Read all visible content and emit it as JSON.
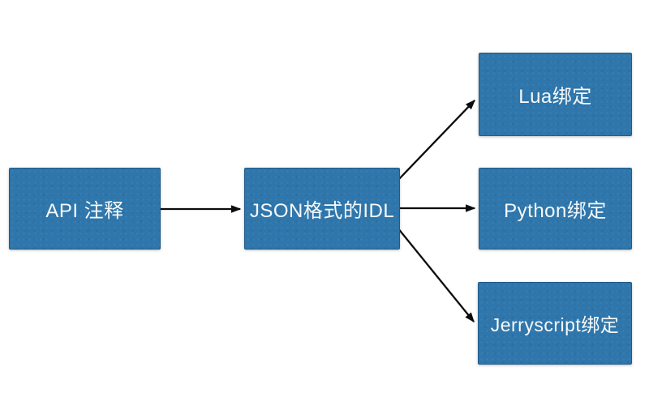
{
  "diagram": {
    "background_color": "#ffffff",
    "node_fill_color": "#2e76ab",
    "node_text_color": "#f7f9fa",
    "arrow_color": "#0c0c0c",
    "nodes": {
      "api": {
        "label": "API 注释"
      },
      "idl": {
        "label": "JSON格式的IDL"
      },
      "lua": {
        "label": "Lua绑定"
      },
      "python": {
        "label": "Python绑定"
      },
      "jerryscript": {
        "label": "Jerryscript绑定"
      }
    },
    "edges": [
      {
        "from": "API 注释",
        "to": "JSON格式的IDL"
      },
      {
        "from": "JSON格式的IDL",
        "to": "Lua绑定"
      },
      {
        "from": "JSON格式的IDL",
        "to": "Python绑定"
      },
      {
        "from": "JSON格式的IDL",
        "to": "Jerryscript绑定"
      }
    ]
  }
}
